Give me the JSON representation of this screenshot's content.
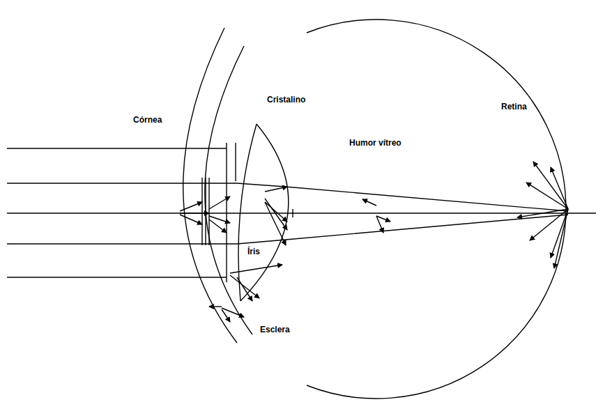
{
  "diagram": {
    "labels": [
      "Córnea",
      "Cristalino",
      "Humor vítreo",
      "Retina",
      "Íris",
      "Esclera"
    ]
  }
}
